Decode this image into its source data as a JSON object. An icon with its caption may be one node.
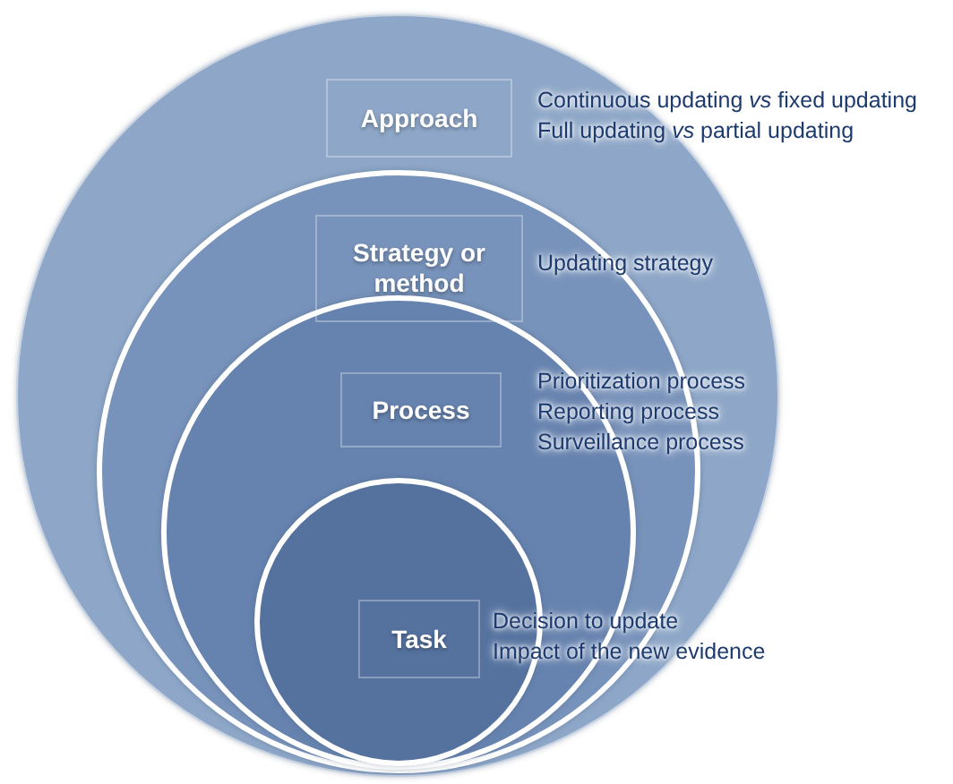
{
  "diagram": {
    "nodes": [
      {
        "text": [
          "Approach"
        ],
        "beside": [
          "Continuous updating *vs* fixed updating",
          "Full updating *vs* partial updating"
        ]
      },
      {
        "text": [
          "Strategy or method"
        ],
        "in": 0,
        "beside": [
          "Updating strategy"
        ]
      },
      {
        "text": [
          "Process"
        ],
        "in": 1,
        "beside": [
          "Prioritization process",
          "Reporting process",
          "Surveillance process"
        ]
      },
      {
        "text": [
          "Task"
        ],
        "in": 2,
        "beside": [
          "Decision to update",
          "Impact of the new evidence"
        ]
      }
    ]
  }
}
